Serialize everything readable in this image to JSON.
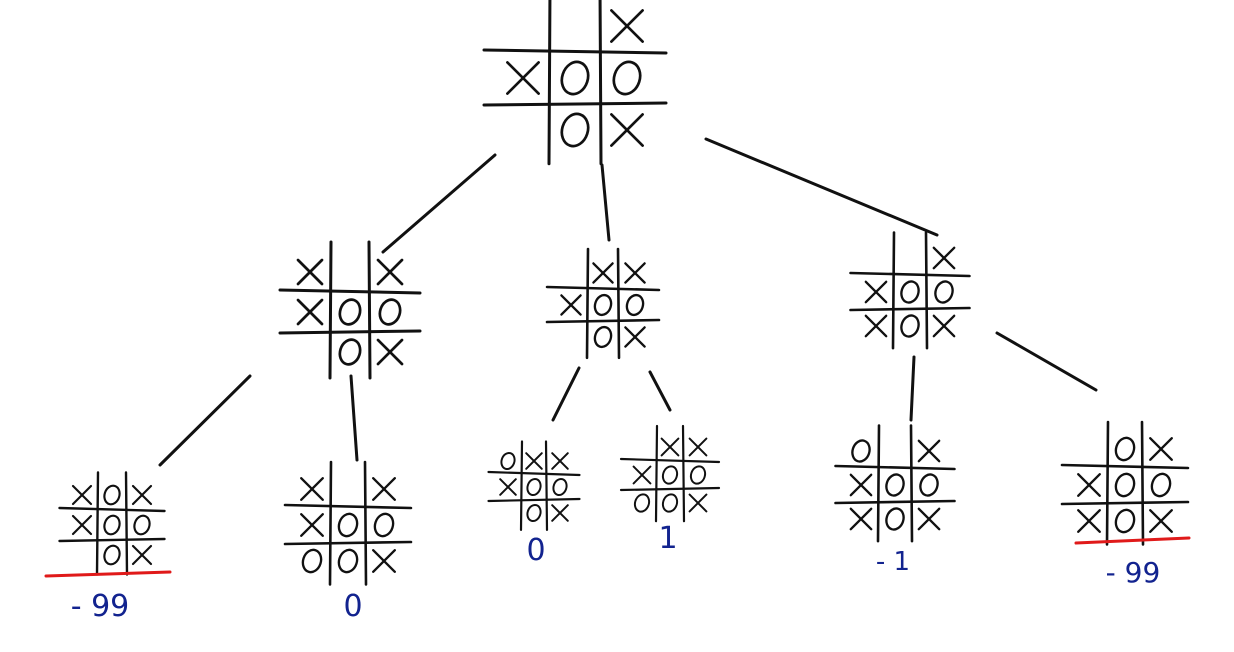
{
  "colors": {
    "ink": "#111111",
    "score": "#12238f",
    "highlight": "#e01a1a"
  },
  "boards": {
    "root": {
      "cells": [
        "",
        "",
        "X",
        "X",
        "O",
        "O",
        "",
        "O",
        "X"
      ]
    },
    "a": {
      "cells": [
        "X",
        "",
        "X",
        "X",
        "O",
        "O",
        "",
        "O",
        "X"
      ]
    },
    "b": {
      "cells": [
        "",
        "X",
        "X",
        "X",
        "O",
        "O",
        "",
        "O",
        "X"
      ]
    },
    "c": {
      "cells": [
        "",
        "",
        "X",
        "X",
        "O",
        "O",
        "X",
        "O",
        "X"
      ]
    },
    "a1": {
      "cells": [
        "X",
        "O",
        "X",
        "X",
        "O",
        "O",
        "",
        "O",
        "X"
      ]
    },
    "a2": {
      "cells": [
        "X",
        "",
        "X",
        "X",
        "O",
        "O",
        "O",
        "O",
        "X"
      ]
    },
    "b1": {
      "cells": [
        "O",
        "X",
        "X",
        "X",
        "O",
        "O",
        "",
        "O",
        "X"
      ]
    },
    "b2": {
      "cells": [
        "",
        "X",
        "X",
        "X",
        "O",
        "O",
        "O",
        "O",
        "X"
      ]
    },
    "c1": {
      "cells": [
        "O",
        "",
        "X",
        "X",
        "O",
        "O",
        "X",
        "O",
        "X"
      ]
    },
    "c2": {
      "cells": [
        "",
        "O",
        "X",
        "X",
        "O",
        "O",
        "X",
        "O",
        "X"
      ]
    }
  },
  "scores": {
    "a1": "- 99",
    "a2": "0",
    "b1": "0",
    "b2": "1",
    "c1": "- 1",
    "c2": "- 99"
  },
  "highlighted": [
    "a1",
    "c2"
  ]
}
